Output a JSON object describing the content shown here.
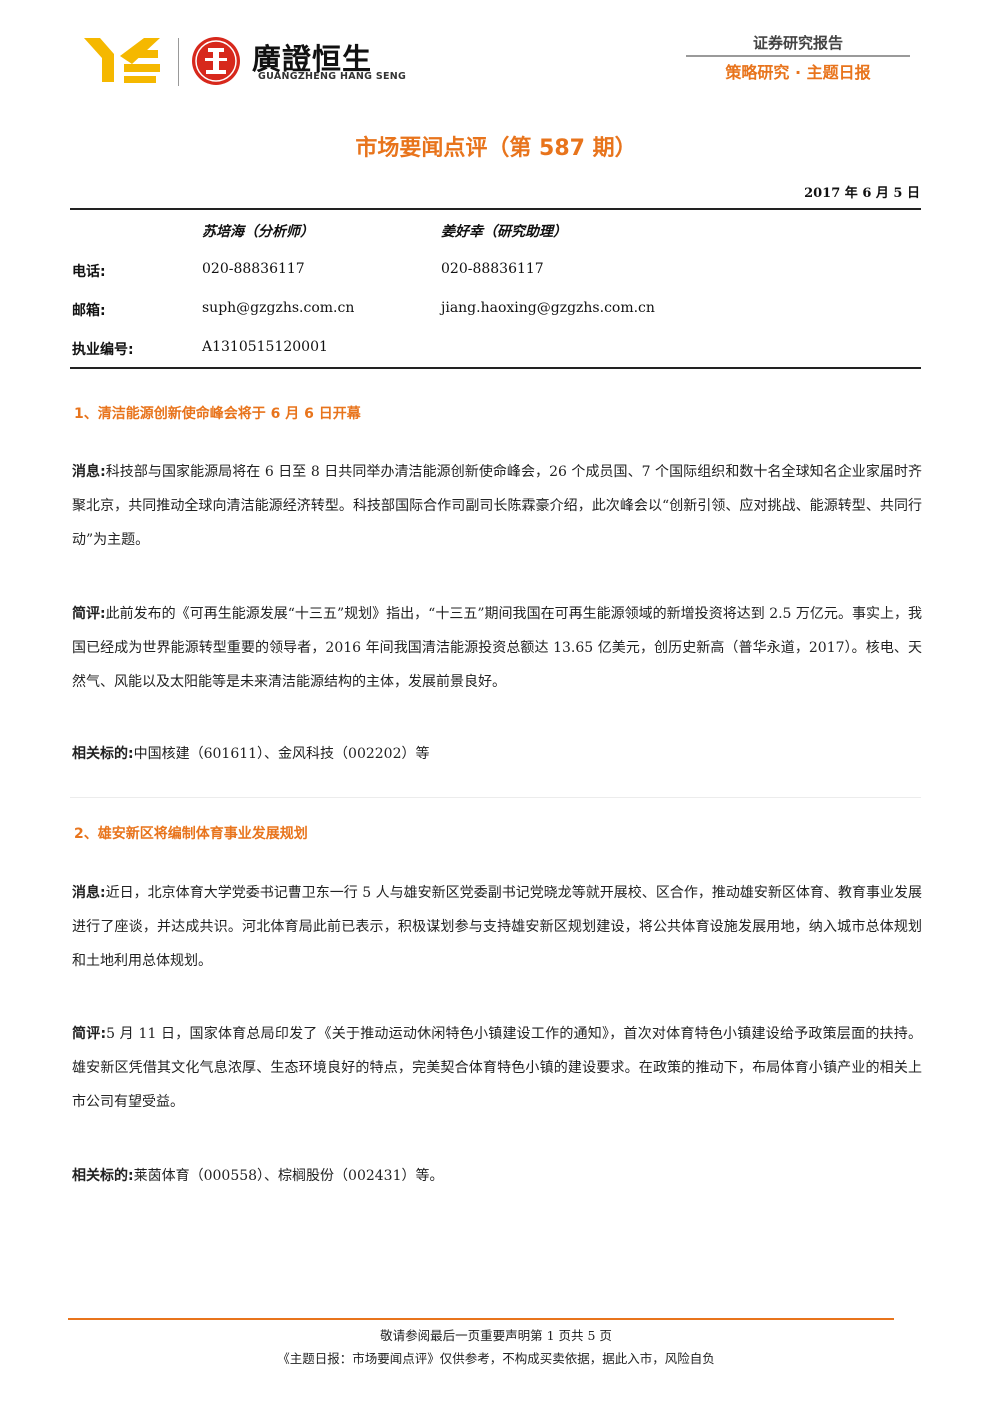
{
  "header": {
    "brand_cn": "廣證恒生",
    "brand_en": "GUANGZHENG HANG SENG",
    "report_type": "证券研究报告",
    "report_sub": "策略研究 · 主题日报",
    "colors": {
      "accent": "#e8741c",
      "logo_yellow": "#f5b800",
      "seal_red": "#d7281c"
    }
  },
  "title": "市场要闻点评（第 587 期）",
  "date": "2017 年 6 月 5 日",
  "authors": {
    "name1": "苏培海（分析师）",
    "name2": "姜好幸（研究助理）",
    "rows": [
      {
        "label": "电话:",
        "v1": "020-88836117",
        "v2": "020-88836117"
      },
      {
        "label": "邮箱:",
        "v1": "suph@gzgzhs.com.cn",
        "v2": "jiang.haoxing@gzgzhs.com.cn"
      },
      {
        "label": "执业编号:",
        "v1": "A1310515120001",
        "v2": ""
      }
    ]
  },
  "sections": [
    {
      "title": "1、清洁能源创新使命峰会将于 6 月 6 日开幕",
      "news_label": "消息:",
      "news": "科技部与国家能源局将在 6 日至 8 日共同举办清洁能源创新使命峰会，26 个成员国、7 个国际组织和数十名全球知名企业家届时齐聚北京，共同推动全球向清洁能源经济转型。科技部国际合作司副司长陈霖豪介绍，此次峰会以“创新引领、应对挑战、能源转型、共同行动”为主题。",
      "comment_label": "简评:",
      "comment": "此前发布的《可再生能源发展“十三五”规划》指出，“十三五”期间我国在可再生能源领域的新增投资将达到 2.5 万亿元。事实上，我国已经成为世界能源转型重要的领导者，2016 年间我国清洁能源投资总额达 13.65 亿美元，创历史新高（普华永道，2017）。核电、天然气、风能以及太阳能等是未来清洁能源结构的主体，发展前景良好。",
      "related_label": "相关标的:",
      "related": "中国核建（601611）、金风科技（002202）等"
    },
    {
      "title": "2、雄安新区将编制体育事业发展规划",
      "news_label": "消息:",
      "news": "近日，北京体育大学党委书记曹卫东一行 5 人与雄安新区党委副书记党晓龙等就开展校、区合作，推动雄安新区体育、教育事业发展进行了座谈，并达成共识。河北体育局此前已表示，积极谋划参与支持雄安新区规划建设，将公共体育设施发展用地，纳入城市总体规划和土地利用总体规划。",
      "comment_label": "简评:",
      "comment": "5 月 11 日，国家体育总局印发了《关于推动运动休闲特色小镇建设工作的通知》，首次对体育特色小镇建设给予政策层面的扶持。雄安新区凭借其文化气息浓厚、生态环境良好的特点，完美契合体育特色小镇的建设要求。在政策的推动下，布局体育小镇产业的相关上市公司有望受益。",
      "related_label": "相关标的:",
      "related": "莱茵体育（000558）、棕榈股份（002431）等。"
    }
  ],
  "footer": {
    "line1": "敬请参阅最后一页重要声明第 1 页共 5 页",
    "line2": "《主题日报：市场要闻点评》仅供参考，不构成买卖依据，据此入市，风险自负"
  }
}
